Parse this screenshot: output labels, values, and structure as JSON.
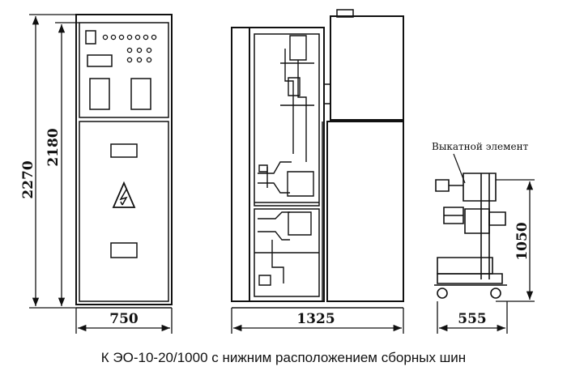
{
  "front_view": {
    "height_total": "2270",
    "height_body": "2180",
    "width": "750"
  },
  "side_view": {
    "depth": "1325"
  },
  "trolley_view": {
    "label": "Выкатной элемент",
    "height": "1050",
    "width": "555"
  },
  "caption": "К ЭО-10-20/1000 с нижним расположением  сборных шин"
}
